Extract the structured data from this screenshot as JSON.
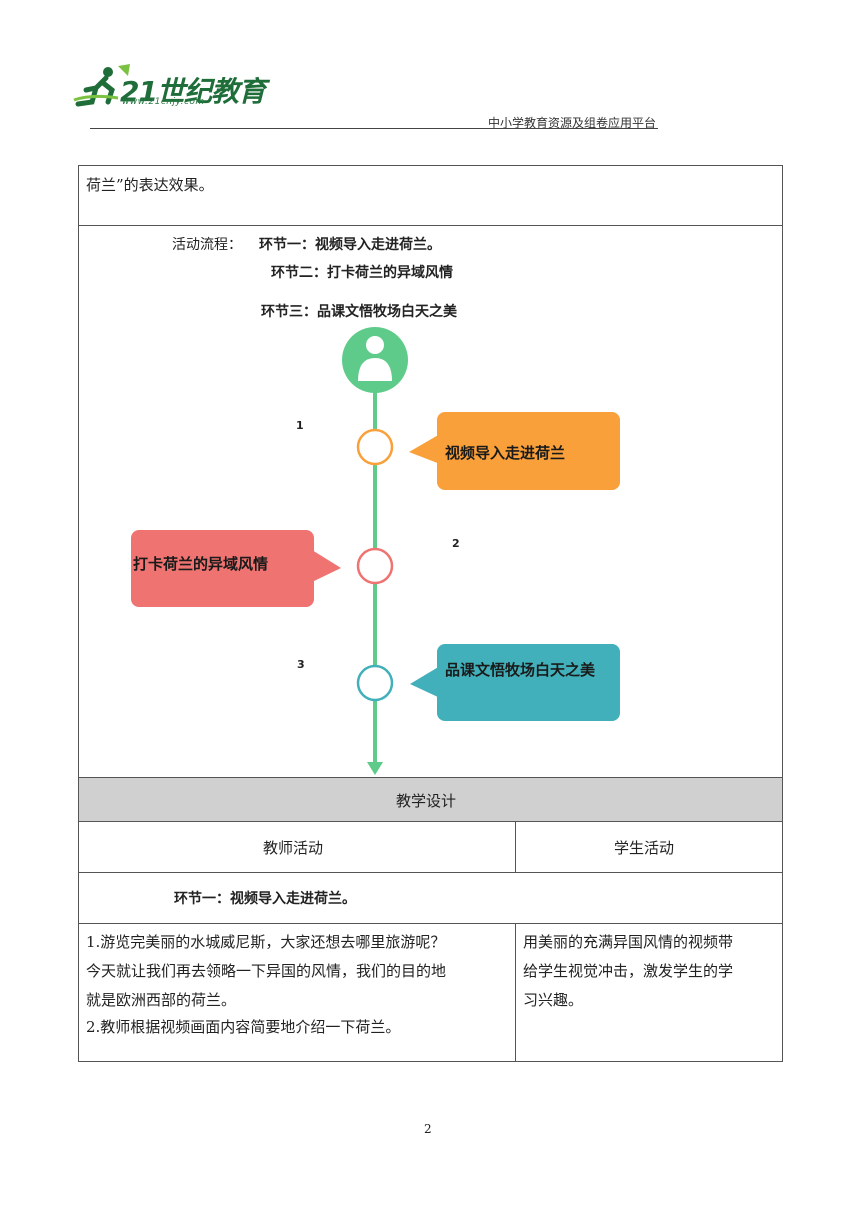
{
  "header": {
    "logo_text": "21世纪教育",
    "logo_sub": "www.21cnjy.com",
    "platform": "中小学教育资源及组卷应用平台"
  },
  "top_cell": {
    "text": "荷兰”的表达效果。"
  },
  "flow": {
    "label": "活动流程：",
    "step1": "环节一：视频导入走进荷兰。",
    "step2": "环节二：打卡荷兰的异域风情",
    "step3": "环节三：品课文悟牧场白天之美"
  },
  "diagram": {
    "nodes": [
      {
        "num": "1",
        "label": "视频导入走进荷兰",
        "color": "#f9a03a"
      },
      {
        "num": "2",
        "label": "打卡荷兰的异域风情",
        "color": "#ef7370"
      },
      {
        "num": "3",
        "label": "品课文悟牧场白天之美",
        "color": "#41b0ba"
      }
    ],
    "line_color": "#5fcb8a"
  },
  "design": {
    "section_title": "教学设计",
    "col_teacher": "教师活动",
    "col_student": "学生活动",
    "stage_title": "环节一：视频导入走进荷兰。",
    "teacher_lines": [
      "1.游览完美丽的水城威尼斯，大家还想去哪里旅游呢？",
      "今天就让我们再去领略一下异国的风情，我们的目的地",
      "就是欧洲西部的荷兰。",
      "2.教师根据视频画面内容简要地介绍一下荷兰。"
    ],
    "student_lines": [
      "用美丽的充满异国风情的视频带",
      "给学生视觉冲击，激发学生的学",
      "习兴趣。"
    ]
  },
  "page_number": "2"
}
